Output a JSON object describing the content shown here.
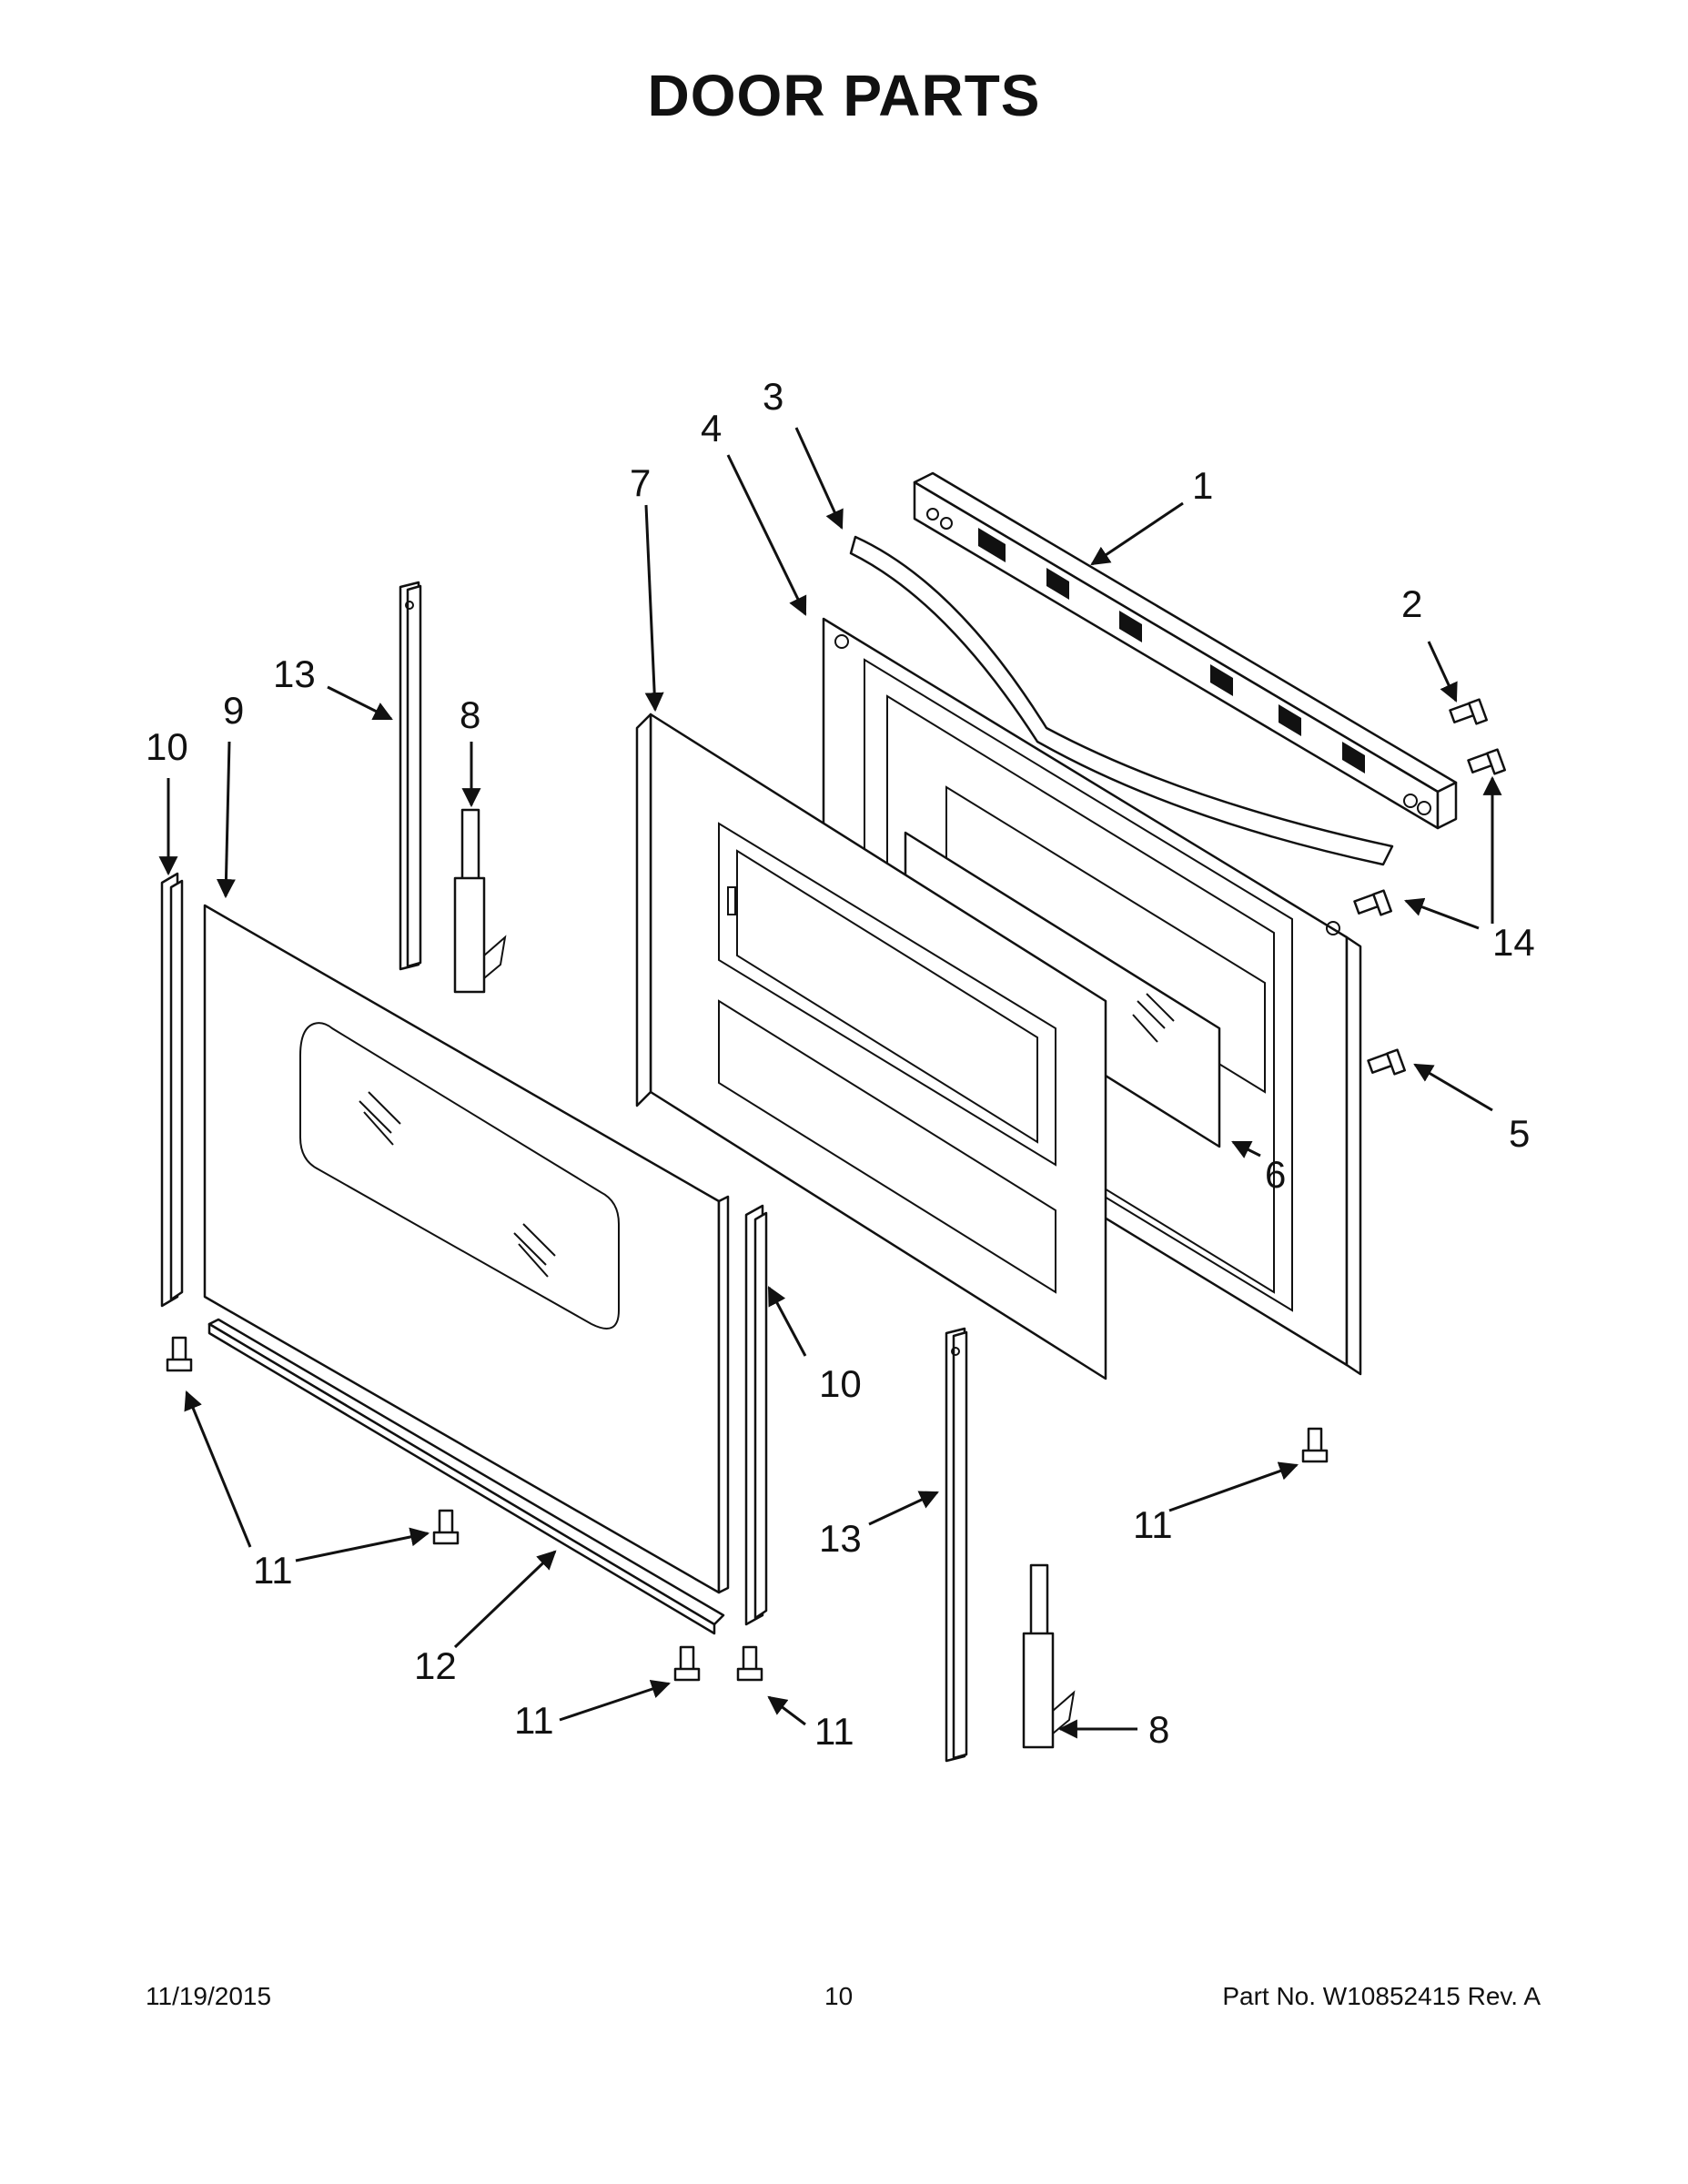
{
  "title": "DOOR PARTS",
  "footer": {
    "date": "11/19/2015",
    "page": "10",
    "part": "Part No.  W10852415  Rev.  A"
  },
  "callouts": [
    {
      "id": "c1",
      "text": "1"
    },
    {
      "id": "c2",
      "text": "2"
    },
    {
      "id": "c3",
      "text": "3"
    },
    {
      "id": "c4",
      "text": "4"
    },
    {
      "id": "c5",
      "text": "5"
    },
    {
      "id": "c6",
      "text": "6"
    },
    {
      "id": "c7",
      "text": "7"
    },
    {
      "id": "c8a",
      "text": "8"
    },
    {
      "id": "c8b",
      "text": "8"
    },
    {
      "id": "c9",
      "text": "9"
    },
    {
      "id": "c10a",
      "text": "10"
    },
    {
      "id": "c10b",
      "text": "10"
    },
    {
      "id": "c11a",
      "text": "11"
    },
    {
      "id": "c11b",
      "text": "11"
    },
    {
      "id": "c11c",
      "text": "11"
    },
    {
      "id": "c11d",
      "text": "11"
    },
    {
      "id": "c11e",
      "text": "11"
    },
    {
      "id": "c12",
      "text": "12"
    },
    {
      "id": "c13a",
      "text": "13"
    },
    {
      "id": "c13b",
      "text": "13"
    },
    {
      "id": "c14",
      "text": "14"
    }
  ]
}
